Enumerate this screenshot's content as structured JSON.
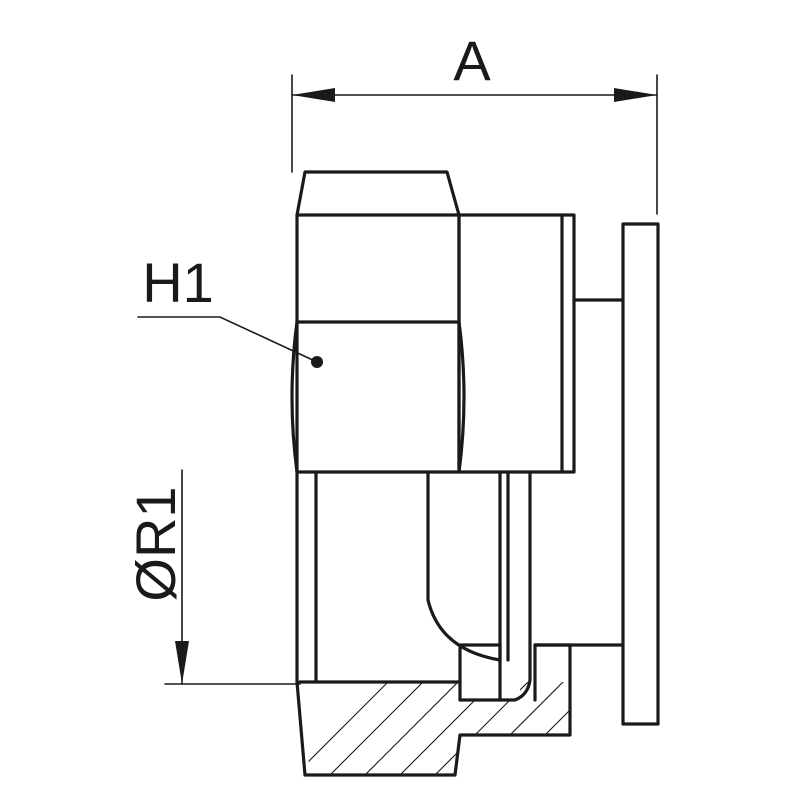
{
  "drawing": {
    "dimension_length_label": "A",
    "hex_label": "H1",
    "bore_diameter_label": "ØR1"
  },
  "colors": {
    "line": "#1a1a1a",
    "background": "#ffffff"
  }
}
